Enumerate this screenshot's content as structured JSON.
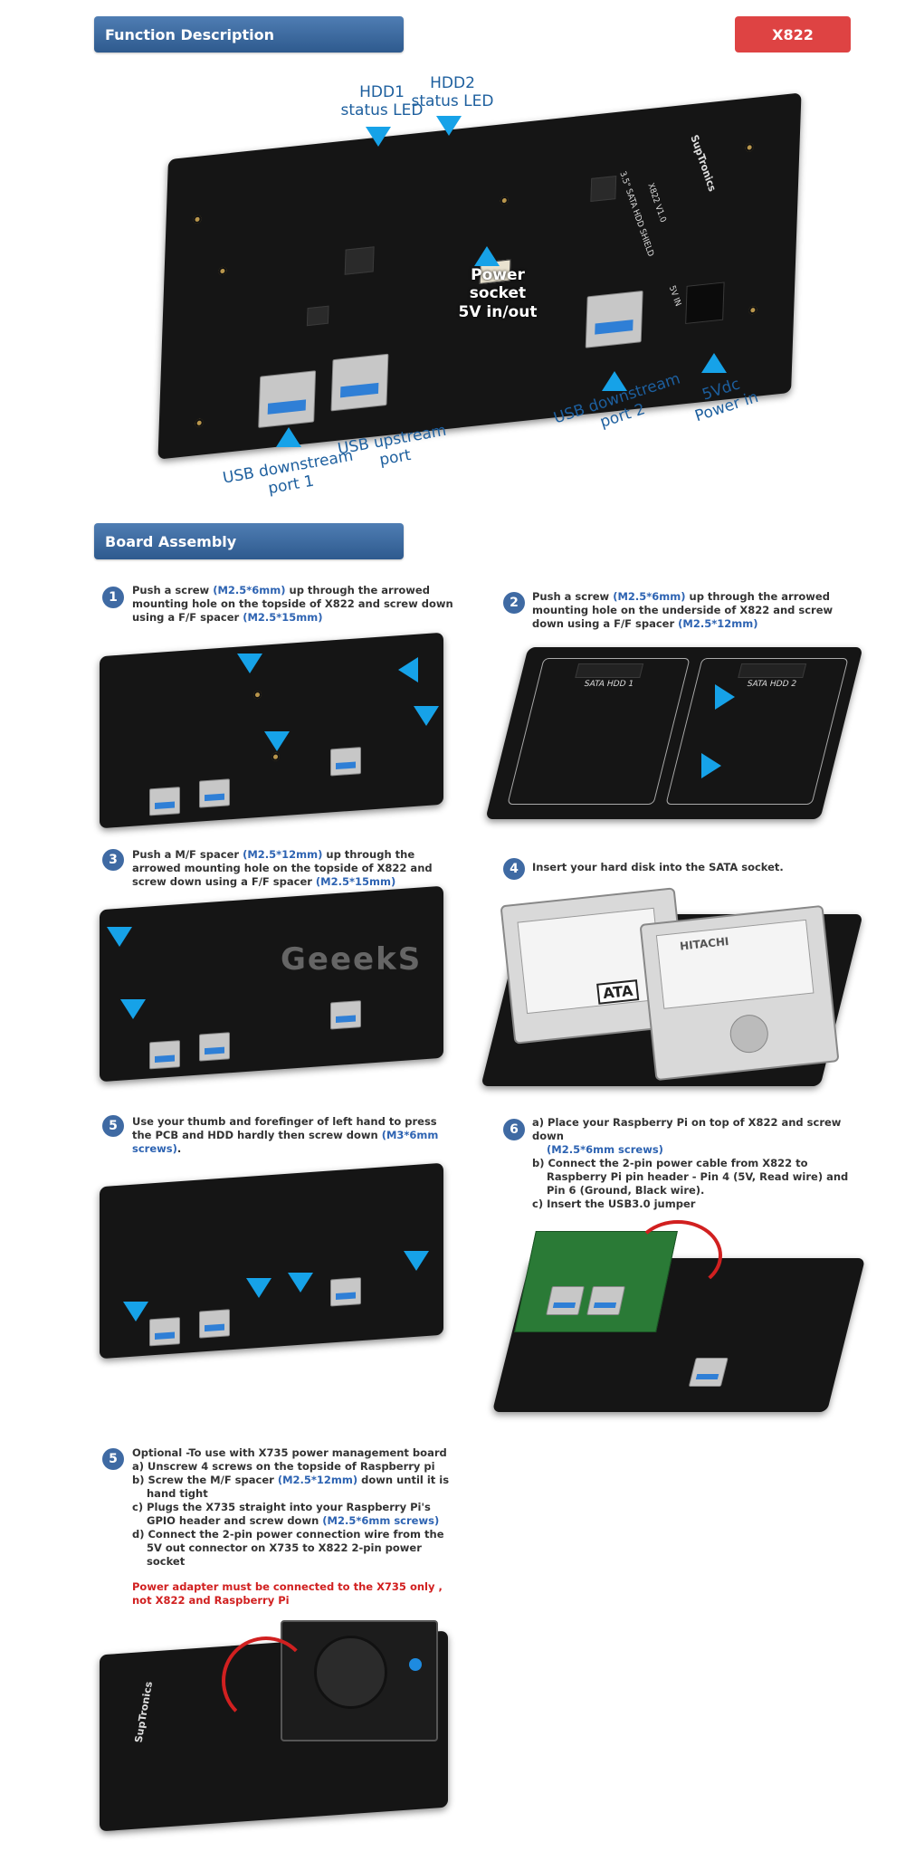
{
  "headers": {
    "function_description": "Function Description",
    "board_assembly": "Board Assembly",
    "model": "X822"
  },
  "colors": {
    "header_blue": "#3a6aa2",
    "badge_red": "#de4343",
    "arrow_blue": "#16a2e8",
    "highlight_blue": "#2d63b2",
    "warning_red": "#d12020"
  },
  "board_labels": {
    "brand": "SupTronics",
    "silk_model": "X822 V1.0",
    "silk_desc": "3.5\" SATA HDD SHIELD",
    "silk_5v": "5V IN",
    "sata1": "SATA HDD 1",
    "sata2": "SATA HDD 2"
  },
  "callouts": {
    "hdd1_led": "HDD1\nstatus LED",
    "hdd2_led": "HDD2\nstatus LED",
    "power_socket": "Power socket\n5V in/out",
    "usb_down_1": "USB downstream\nport 1",
    "usb_up": "USB upstream\nport",
    "usb_down_2": "USB downstream\nport 2",
    "power_in": "5Vdc\nPower in"
  },
  "steps": [
    {
      "num": "1",
      "parts": [
        "Push a screw ",
        "(M2.5*6mm)",
        " up through the arrowed mounting hole on the topside of X822 and screw down using a F/F spacer ",
        "(M2.5*15mm)"
      ]
    },
    {
      "num": "2",
      "parts": [
        "Push a screw ",
        "(M2.5*6mm)",
        " up through the arrowed mounting hole on the underside of X822 and screw down using a F/F spacer ",
        "(M2.5*12mm)"
      ]
    },
    {
      "num": "3",
      "parts": [
        "Push a M/F spacer ",
        "(M2.5*12mm)",
        " up through the arrowed mounting hole on the topside of X822 and screw down using a F/F spacer ",
        "(M2.5*15mm)"
      ]
    },
    {
      "num": "4",
      "parts": [
        "Insert your hard disk into the SATA socket."
      ]
    },
    {
      "num": "5",
      "parts": [
        "Use your thumb and forefinger of left hand to press the PCB and HDD hardly then screw down ",
        "(M3*6mm screws)",
        "."
      ]
    },
    {
      "num": "6",
      "lines": [
        [
          "a) Place your Raspberry Pi on top of X822 and screw down"
        ],
        [
          "",
          "(M2.5*6mm screws)"
        ],
        [
          "b) Connect the 2-pin power cable from X822 to Raspberry Pi pin header - Pin 4 (5V, Read wire) and Pin 6 (Ground, Black wire)."
        ],
        [
          "c) Insert the USB3.0 jumper"
        ]
      ]
    },
    {
      "num": "5",
      "lines": [
        [
          "Optional -To use with X735 power management board"
        ],
        [
          "a) Unscrew 4 screws on the topside of Raspberry pi"
        ],
        [
          "b) Screw the M/F spacer ",
          "(M2.5*12mm)",
          " down until it is hand tight"
        ],
        [
          "c) Plugs the X735 straight into your Raspberry Pi's GPIO header and screw down ",
          "(M2.5*6mm screws)"
        ],
        [
          "d) Connect the 2-pin power connection wire from the 5V out connector on X735 to X822 2-pin power socket"
        ]
      ],
      "warning": "Power adapter must be connected to the X735 only , not X822 and Raspberry Pi"
    }
  ],
  "hdd_labels": {
    "ata": "ATA",
    "brand": "HITACHI"
  },
  "watermark": "GeeekS"
}
